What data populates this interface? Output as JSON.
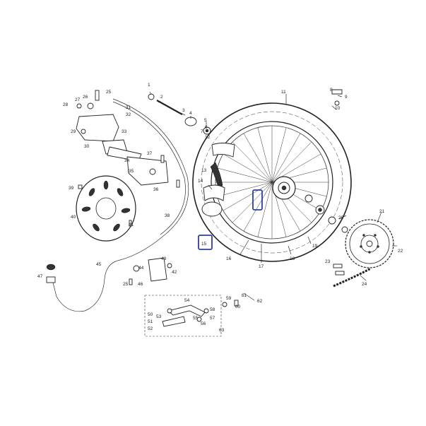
{
  "labels": [
    {
      "id": "p1",
      "text": "1"
    },
    {
      "id": "p2",
      "text": "2"
    },
    {
      "id": "p3",
      "text": "3"
    },
    {
      "id": "p4",
      "text": "4"
    },
    {
      "id": "p5",
      "text": "5"
    },
    {
      "id": "p6",
      "text": "6"
    },
    {
      "id": "p7",
      "text": "7"
    },
    {
      "id": "p8",
      "text": "8"
    },
    {
      "id": "p9",
      "text": "9"
    },
    {
      "id": "p10",
      "text": "10"
    },
    {
      "id": "p11",
      "text": "11"
    },
    {
      "id": "p12",
      "text": "12"
    },
    {
      "id": "p13",
      "text": "13"
    },
    {
      "id": "p14",
      "text": "14"
    },
    {
      "id": "p15",
      "text": "15"
    },
    {
      "id": "p16",
      "text": "16"
    },
    {
      "id": "p17",
      "text": "17"
    },
    {
      "id": "p18",
      "text": "18"
    },
    {
      "id": "p19",
      "text": "19"
    },
    {
      "id": "p20",
      "text": "20"
    },
    {
      "id": "p21",
      "text": "21"
    },
    {
      "id": "p22",
      "text": "22"
    },
    {
      "id": "p23",
      "text": "23"
    },
    {
      "id": "p24",
      "text": "24"
    },
    {
      "id": "p25a",
      "text": "25"
    },
    {
      "id": "p25b",
      "text": "25"
    },
    {
      "id": "p26",
      "text": "26"
    },
    {
      "id": "p27",
      "text": "27"
    },
    {
      "id": "p28",
      "text": "28"
    },
    {
      "id": "p29",
      "text": "29"
    },
    {
      "id": "p30",
      "text": "30"
    },
    {
      "id": "p31",
      "text": "31"
    },
    {
      "id": "p32",
      "text": "32"
    },
    {
      "id": "p33",
      "text": "33"
    },
    {
      "id": "p34",
      "text": "34"
    },
    {
      "id": "p35",
      "text": "35"
    },
    {
      "id": "p36",
      "text": "36"
    },
    {
      "id": "p37",
      "text": "37"
    },
    {
      "id": "p38",
      "text": "38"
    },
    {
      "id": "p39",
      "text": "39"
    },
    {
      "id": "p40",
      "text": "40"
    },
    {
      "id": "p41",
      "text": "41"
    },
    {
      "id": "p42",
      "text": "42"
    },
    {
      "id": "p43",
      "text": "43"
    },
    {
      "id": "p44",
      "text": "44"
    },
    {
      "id": "p45",
      "text": "45"
    },
    {
      "id": "p46",
      "text": "46"
    },
    {
      "id": "p47",
      "text": "47"
    },
    {
      "id": "p50",
      "text": "50"
    },
    {
      "id": "p51",
      "text": "51"
    },
    {
      "id": "p52",
      "text": "52"
    },
    {
      "id": "p53",
      "text": "53"
    },
    {
      "id": "p54",
      "text": "54"
    },
    {
      "id": "p55",
      "text": "55"
    },
    {
      "id": "p56",
      "text": "56"
    },
    {
      "id": "p57",
      "text": "57"
    },
    {
      "id": "p58",
      "text": "58"
    },
    {
      "id": "p59",
      "text": "59"
    },
    {
      "id": "p60",
      "text": "60"
    },
    {
      "id": "p61",
      "text": "61"
    },
    {
      "id": "p62",
      "text": "62"
    },
    {
      "id": "p63",
      "text": "63"
    }
  ],
  "highlight_color": "#2c3fa0"
}
